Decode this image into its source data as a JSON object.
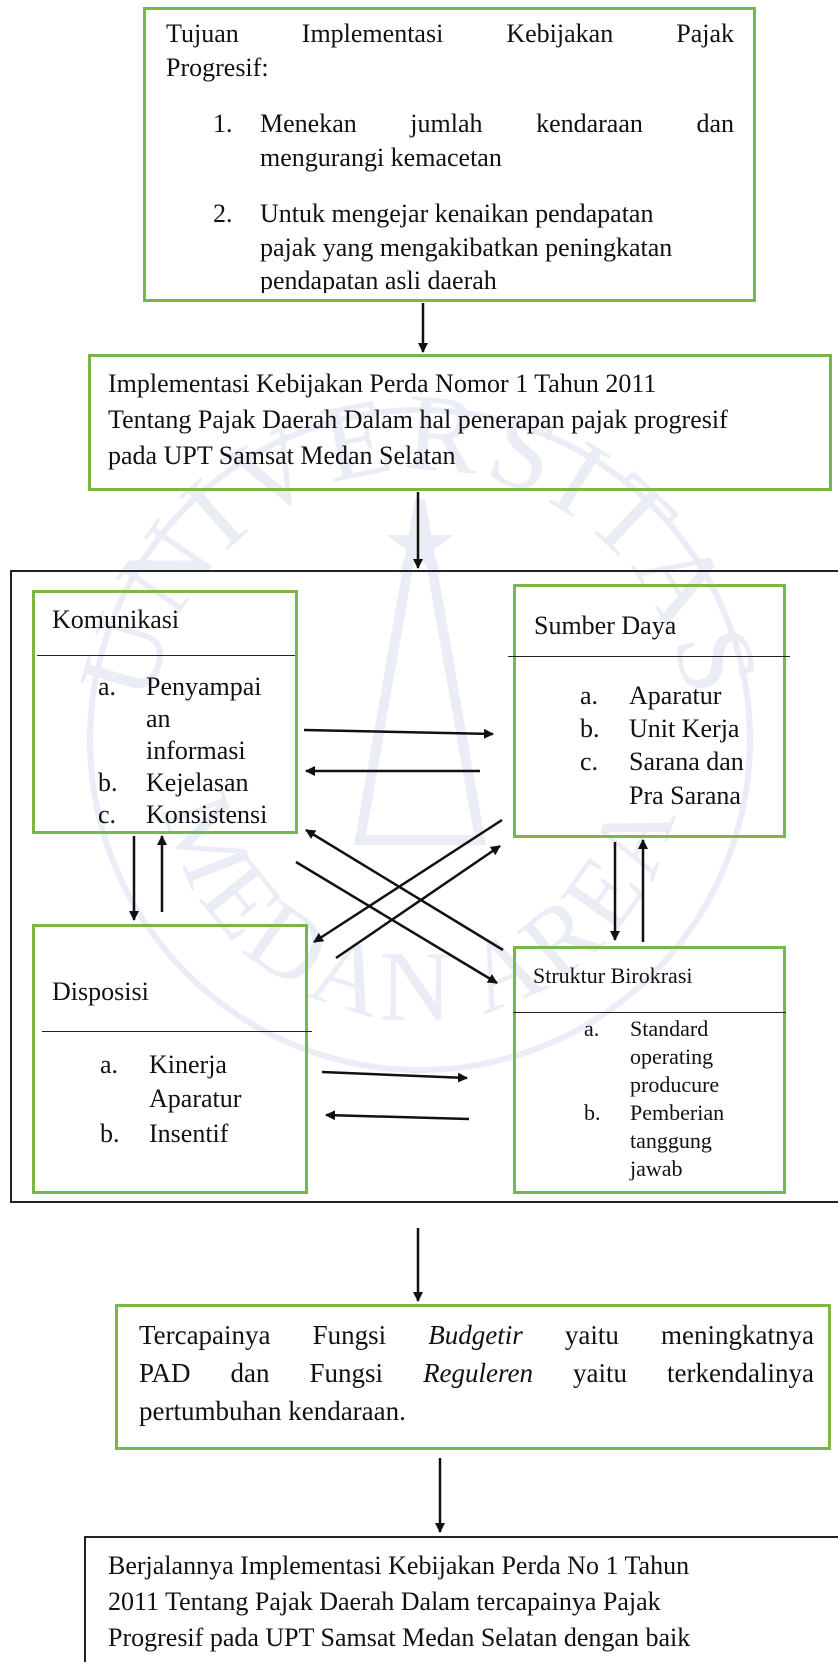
{
  "watermark": {
    "text_top": "UNIVERSITAS",
    "text_bottom": "MEDAN AREA",
    "color": "#5b6fb5"
  },
  "goal_box": {
    "title_line1_words": [
      "Tujuan",
      "Implementasi",
      "Kebijakan",
      "Pajak"
    ],
    "title_line2": "Progresif:",
    "item1_num": "1.",
    "item1_line1_words": [
      "Menekan",
      "jumlah",
      "kendaraan",
      "dan"
    ],
    "item1_line2": "mengurangi kemacetan",
    "item2_num": "2.",
    "item2_line1": "Untuk mengejar kenaikan pendapatan",
    "item2_line2": "pajak yang mengakibatkan peningkatan",
    "item2_line3": "pendapatan asli daerah"
  },
  "implementation_box": {
    "line1": "Implementasi Kebijakan Perda Nomor 1 Tahun 2011",
    "line2": "Tentang Pajak Daerah Dalam hal penerapan pajak progresif",
    "line3": "pada UPT Samsat Medan Selatan"
  },
  "komunikasi": {
    "title": "Komunikasi",
    "a_letter": "a.",
    "a_line1": "Penyampai",
    "a_line2": "an",
    "a_line3": "informasi",
    "b_letter": "b.",
    "b_text": "Kejelasan",
    "c_letter": "c.",
    "c_text": "Konsistensi"
  },
  "sumber_daya": {
    "title": "Sumber Daya",
    "a_letter": "a.",
    "a_text": "Aparatur",
    "b_letter": "b.",
    "b_text": "Unit Kerja",
    "c_letter": "c.",
    "c_line1": "Sarana dan",
    "c_line2": "Pra Sarana"
  },
  "disposisi": {
    "title": "Disposisi",
    "a_letter": "a.",
    "a_line1": "Kinerja",
    "a_line2": "Aparatur",
    "b_letter": "b.",
    "b_text": "Insentif"
  },
  "struktur_birokrasi": {
    "title": "Struktur Birokrasi",
    "a_letter": "a.",
    "a_line1": "Standard",
    "a_line2": "operating",
    "a_line3": "producure",
    "b_letter": "b.",
    "b_line1": "Pemberian",
    "b_line2": "tanggung",
    "b_line3": "jawab"
  },
  "result_box": {
    "l1_words": [
      "Tercapainya",
      "Fungsi",
      "Budgetir",
      "yaitu",
      "meningkatnya"
    ],
    "l2_words": [
      "PAD",
      "dan",
      "Fungsi",
      "Reguleren",
      "yaitu",
      "terkendalinya"
    ],
    "l3": "pertumbuhan kendaraan."
  },
  "final_box": {
    "line1": "Berjalannya Implementasi Kebijakan Perda No 1 Tahun",
    "line2": "2011 Tentang Pajak Daerah Dalam tercapainya Pajak",
    "line3": "Progresif pada UPT Samsat Medan Selatan dengan baik"
  },
  "colors": {
    "box_border_green": "#7ab648",
    "frame_border": "#222222",
    "arrow": "#111111"
  }
}
